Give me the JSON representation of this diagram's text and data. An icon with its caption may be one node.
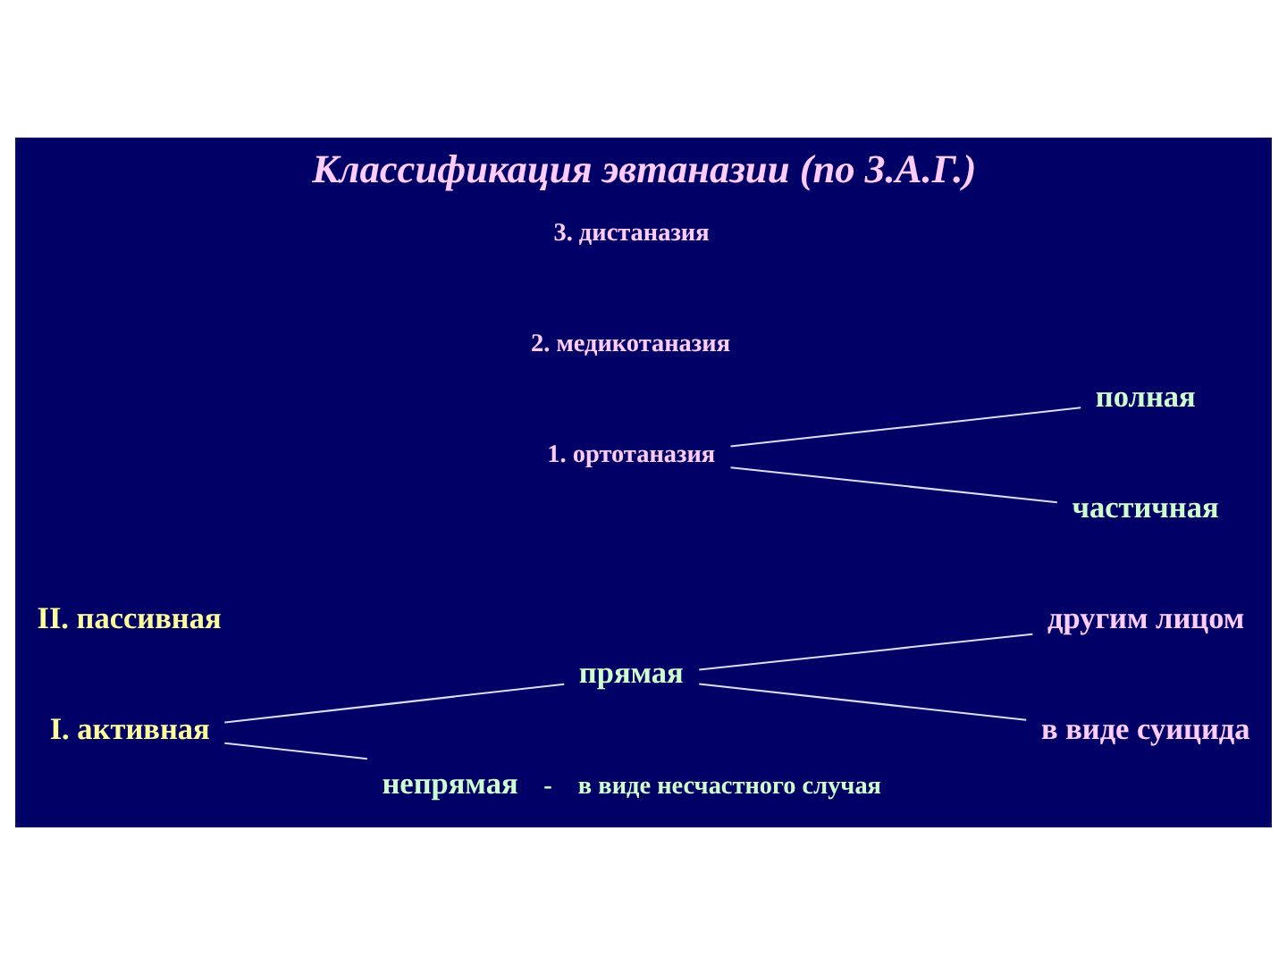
{
  "diagram": {
    "title": "Классификация эвтаназии (по З.А.Г.)",
    "nodes": [
      {
        "text": [
          "I. активная"
        ]
      },
      {
        "text": [
          "прямая"
        ]
      },
      {
        "text": [
          "непрямая"
        ],
        "beside": [
          "-",
          "в виде несчастного случая"
        ]
      },
      {
        "text": [
          "другим лицом"
        ]
      },
      {
        "text": [
          "в виде суицида"
        ]
      },
      {
        "text": [
          "II. пассивная"
        ]
      },
      {
        "text": [
          "1. ортотаназия"
        ]
      },
      {
        "text": [
          "2. медикотаназия"
        ]
      },
      {
        "text": [
          "3. дистаназия"
        ]
      },
      {
        "text": [
          "полная"
        ]
      },
      {
        "text": [
          "частичная"
        ]
      }
    ],
    "edges": [
      {
        "from": 0,
        "to": 1,
        "arrow": "none"
      },
      {
        "from": 0,
        "to": 2,
        "arrow": "none"
      },
      {
        "from": 1,
        "to": 3,
        "arrow": "none"
      },
      {
        "from": 1,
        "to": 4,
        "arrow": "none"
      },
      {
        "from": 6,
        "to": 9,
        "arrow": "none"
      },
      {
        "from": 6,
        "to": 10,
        "arrow": "none"
      }
    ]
  }
}
